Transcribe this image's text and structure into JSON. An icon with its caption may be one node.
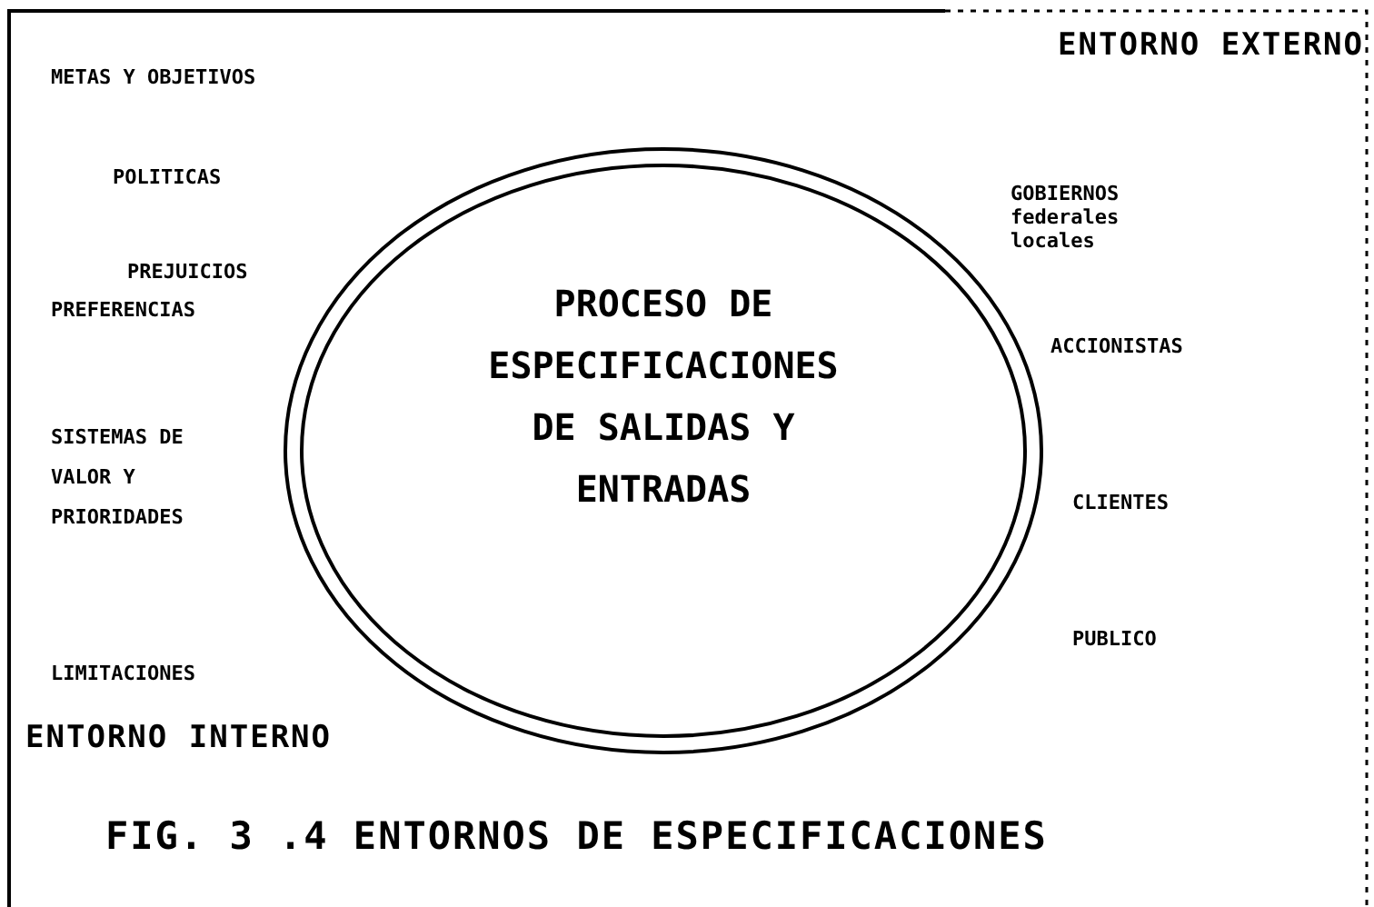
{
  "diagram": {
    "caption": "FIG. 3 .4 ENTORNOS DE ESPECIFICACIONES",
    "nodes": [
      {
        "text": [
          "PROCESO DE ESPECIFICACIONES DE SALIDAS Y ENTRADAS"
        ]
      }
    ],
    "labels": [
      "ENTORNO EXTERNO",
      "METAS Y OBJETIVOS",
      "GOBIERNOS federales locales",
      "POLITICAS",
      "PREJUICIOS",
      "PREFERENCIAS",
      "ACCIONISTAS",
      "SISTEMAS DE VALOR Y PRIORIDADES",
      "CLIENTES",
      "PUBLICO",
      "LIMITACIONES",
      "ENTORNO INTERNO"
    ]
  }
}
